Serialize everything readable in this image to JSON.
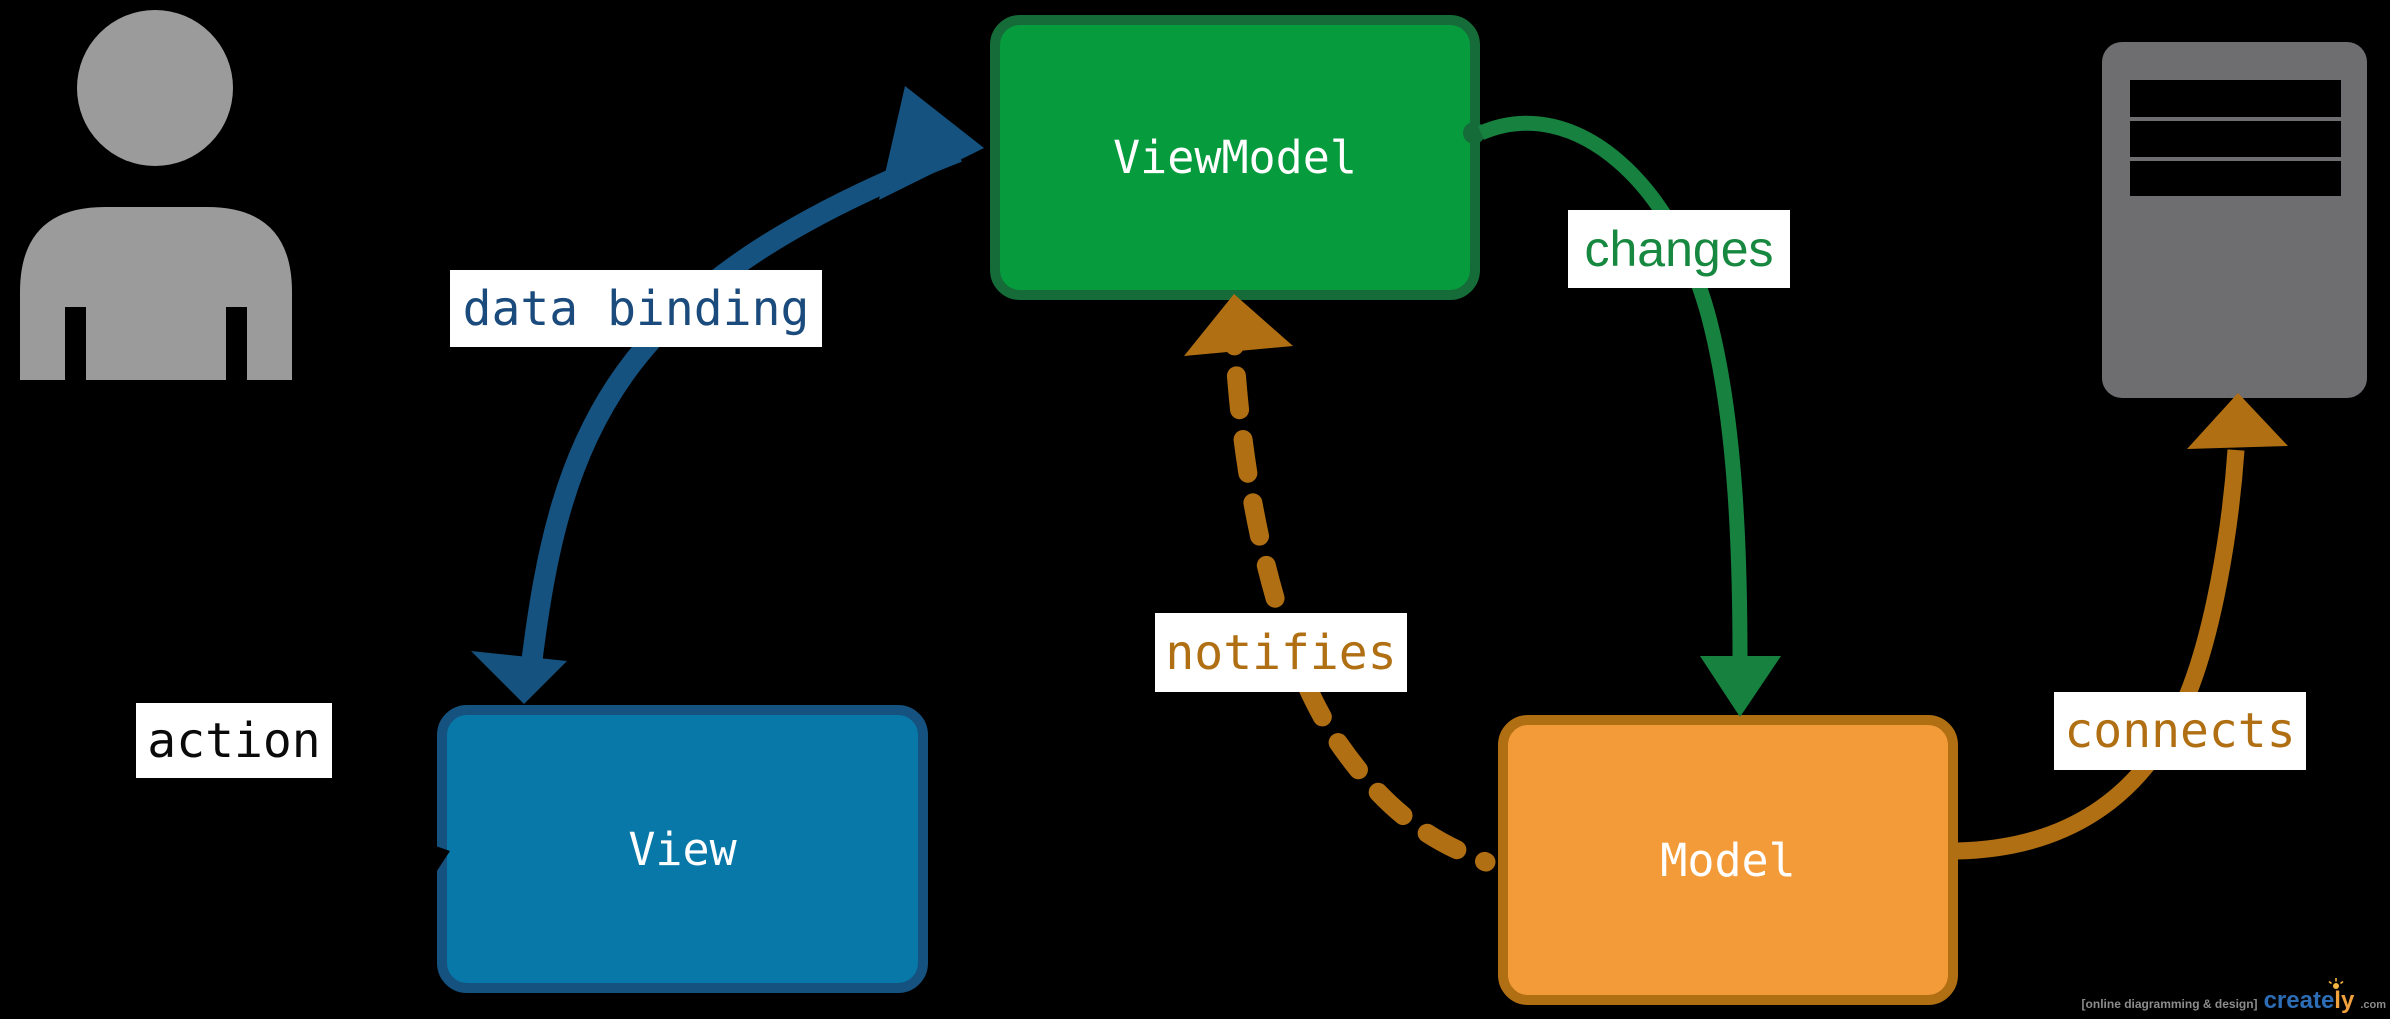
{
  "diagram": {
    "background": "#000000",
    "kind": "MVVM pattern diagram"
  },
  "nodes": {
    "viewmodel": {
      "label": "ViewModel",
      "fill": "#069B3C",
      "border": "#156C38",
      "text_color": "#FFFFFF"
    },
    "view": {
      "label": "View",
      "fill": "#0778A8",
      "border": "#15527F",
      "text_color": "#FFFFFF"
    },
    "model": {
      "label": "Model",
      "fill": "#F39B38",
      "border": "#B06F12",
      "text_color": "#FFFFFF"
    }
  },
  "labels": {
    "data_binding": {
      "text": "data binding",
      "color": "#1A4B7C",
      "bg": "#FFFFFF"
    },
    "action": {
      "text": "action",
      "color": "#0A0A0A",
      "bg": "#FFFFFF"
    },
    "changes": {
      "text": "changes",
      "color": "#17883F",
      "bg": "#FFFFFF"
    },
    "notifies": {
      "text": "notifies",
      "color": "#B06F12",
      "bg": "#FFFFFF"
    },
    "connects": {
      "text": "connects",
      "color": "#B06F12",
      "bg": "#FFFFFF"
    }
  },
  "arrows": {
    "data_binding": {
      "color": "#15527F",
      "style": "solid",
      "from": "View",
      "to": "ViewModel"
    },
    "changes": {
      "color": "#17813F",
      "style": "solid",
      "from": "ViewModel",
      "to": "Model"
    },
    "notifies": {
      "color": "#B06F12",
      "style": "dashed",
      "from": "Model",
      "to": "ViewModel"
    },
    "connects": {
      "color": "#B06F12",
      "style": "solid",
      "from": "Model",
      "to": "server"
    }
  },
  "icons": {
    "user": {
      "color": "#9B9B9B"
    },
    "server": {
      "color": "#6E6E70",
      "slot_color": "#000000"
    }
  },
  "watermark": {
    "prefix": "[online diagramming & design]",
    "brand_primary": "create",
    "brand_accent": "ly",
    "suffix": ".com",
    "prefix_color": "#8C8C8C",
    "brand_primary_color": "#2D6DB5",
    "brand_accent_color": "#F2A13C",
    "suffix_color": "#8C8C8C",
    "bulb_color": "#F5B53F"
  }
}
